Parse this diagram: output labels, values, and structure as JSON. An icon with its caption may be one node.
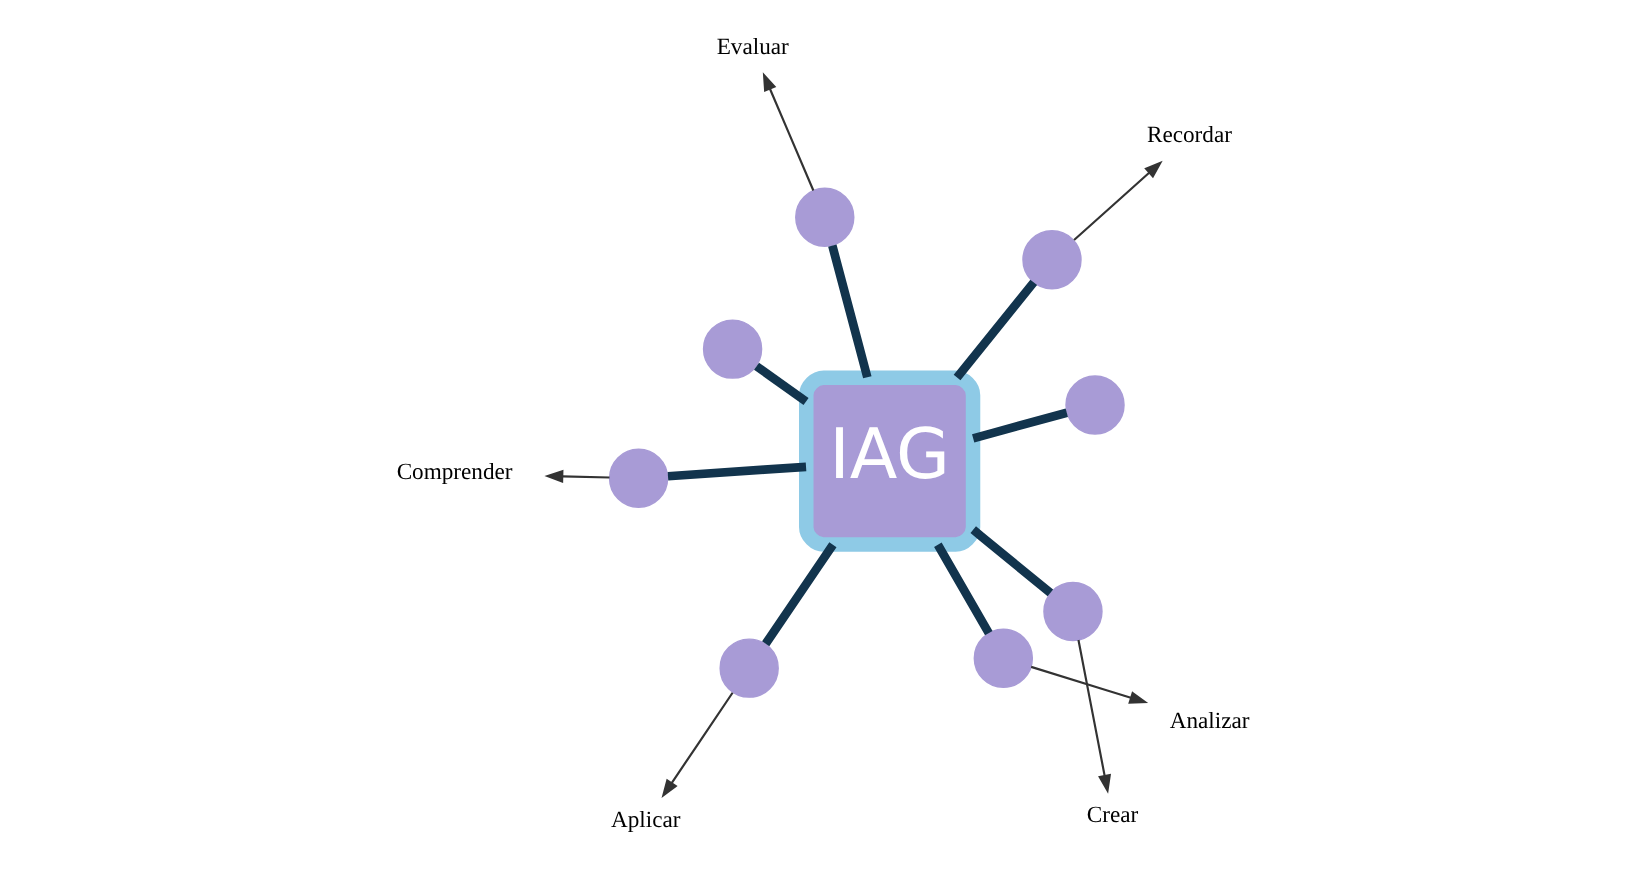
{
  "diagram": {
    "nodes": [
      {
        "text": [
          "IAG"
        ]
      },
      {
        "text": [],
        "shape": "circle"
      },
      {
        "text": [
          "Crear"
        ]
      },
      {
        "text": [],
        "shape": "circle"
      },
      {
        "text": [],
        "shape": "circle"
      },
      {
        "text": [
          "Evaluar"
        ]
      },
      {
        "text": [
          "Aplicar"
        ]
      },
      {
        "text": [],
        "shape": "circle"
      },
      {
        "text": [],
        "shape": "circle"
      },
      {
        "text": [
          "Analizar"
        ]
      },
      {
        "text": [
          "Comprender"
        ]
      },
      {
        "text": [],
        "shape": "circle"
      },
      {
        "text": [],
        "shape": "circle"
      },
      {
        "text": [
          "Recordar"
        ]
      },
      {
        "text": [],
        "shape": "circle"
      }
    ],
    "edges": [
      {
        "from": 0,
        "to": 1,
        "arrow": "none"
      },
      {
        "from": 0,
        "to": 3,
        "arrow": "none"
      },
      {
        "from": 0,
        "to": 4,
        "arrow": "none"
      },
      {
        "from": 0,
        "to": 7,
        "arrow": "none"
      },
      {
        "from": 0,
        "to": 8,
        "arrow": "none"
      },
      {
        "from": 0,
        "to": 11,
        "arrow": "none"
      },
      {
        "from": 0,
        "to": 12,
        "arrow": "none"
      },
      {
        "from": 0,
        "to": 14,
        "arrow": "none"
      },
      {
        "from": 1,
        "to": 2,
        "arrow": "to",
        "color": "#333333"
      },
      {
        "from": 4,
        "to": 5,
        "arrow": "to",
        "color": "#333333"
      },
      {
        "from": 7,
        "to": 6,
        "arrow": "to",
        "color": "#333333"
      },
      {
        "from": 8,
        "to": 9,
        "arrow": "to",
        "color": "#333333"
      },
      {
        "from": 11,
        "to": 10,
        "arrow": "to",
        "color": "#333333"
      },
      {
        "from": 14,
        "to": 13,
        "arrow": "to",
        "color": "#333333"
      }
    ]
  }
}
